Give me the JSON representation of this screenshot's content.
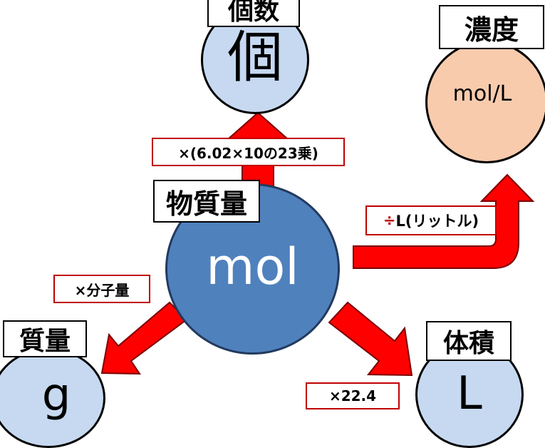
{
  "colors": {
    "arrow_fill": "#ff0000",
    "arrow_stroke": "#7a0000",
    "center_circle": "#4f81bd",
    "blue_circle": "#c6d9f1",
    "orange_circle": "#f8cbad",
    "op_box_border": "#c00000"
  },
  "center": {
    "title": "物質量",
    "unit": "mol"
  },
  "top": {
    "title": "個数",
    "unit": "個",
    "operation": "×(6.02×10の23乗)"
  },
  "concentration": {
    "title": "濃度",
    "unit": "mol/L",
    "op_symbol": "÷",
    "op_rest": "L(リットル)"
  },
  "mass": {
    "title": "質量",
    "unit": "g",
    "operation": "×分子量"
  },
  "volume": {
    "title": "体積",
    "unit": "L",
    "operation": "×22.4"
  }
}
